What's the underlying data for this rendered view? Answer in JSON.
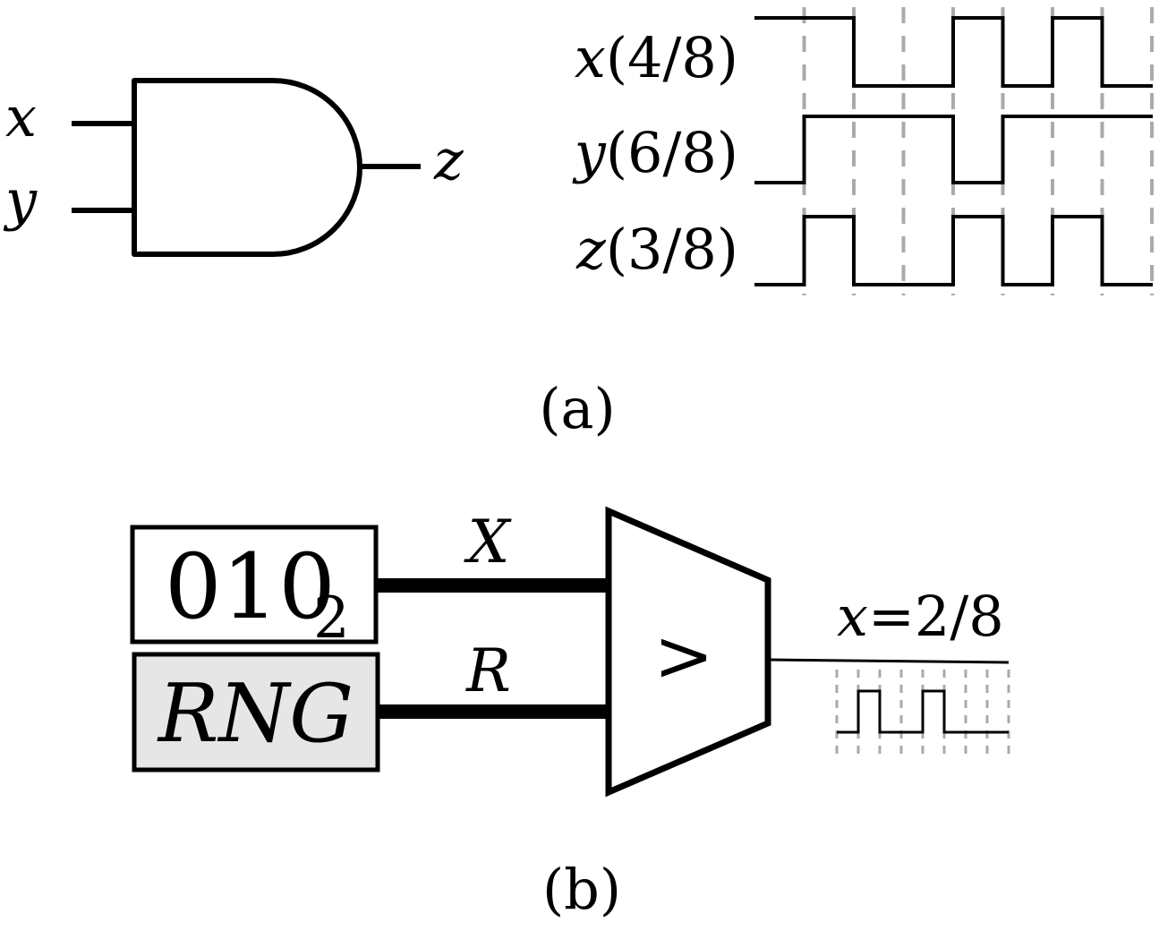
{
  "part_a": {
    "caption": "(a)",
    "gate": {
      "inputs": [
        "x",
        "y"
      ],
      "output": "z"
    },
    "waveforms": [
      {
        "var": "x",
        "frac": "(4/8)",
        "bits": [
          1,
          1,
          0,
          0,
          1,
          0,
          1,
          0
        ]
      },
      {
        "var": "y",
        "frac": "(6/8)",
        "bits": [
          0,
          1,
          1,
          1,
          0,
          1,
          1,
          1
        ]
      },
      {
        "var": "z",
        "frac": "(3/8)",
        "bits": [
          0,
          1,
          0,
          0,
          1,
          0,
          1,
          0
        ]
      }
    ],
    "grid_color": "#aaaaaa"
  },
  "part_b": {
    "caption": "(b)",
    "register": {
      "value": "010",
      "subscript": "2"
    },
    "rng": {
      "label": "RNG",
      "fill": "#e6e6e6"
    },
    "bus_labels": {
      "top": "X",
      "bottom": "R"
    },
    "comparator": {
      "symbol": ">"
    },
    "output_label": {
      "var": "x",
      "eq": "=2/8"
    },
    "output_bits": [
      0,
      1,
      0,
      0,
      1,
      0,
      0,
      0
    ]
  }
}
